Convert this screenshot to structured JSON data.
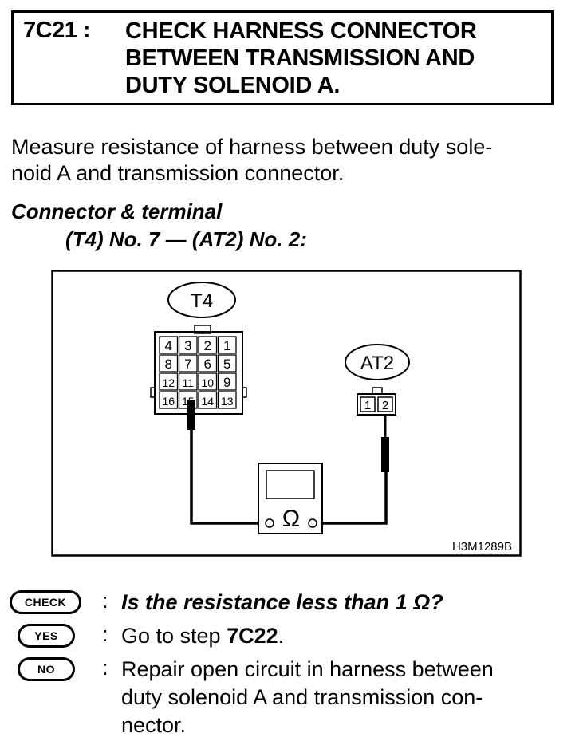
{
  "header": {
    "step_id": "7C21 :",
    "title": "CHECK HARNESS CONNECTOR\nBETWEEN TRANSMISSION AND\nDUTY SOLENOID A."
  },
  "intro": "Measure resistance of harness between duty sole-\nnoid A and transmission connector.",
  "connector": {
    "title": "Connector & terminal",
    "detail": "(T4) No. 7 — (AT2) No. 2:"
  },
  "diagram": {
    "t4_label": "T4",
    "at2_label": "AT2",
    "t4_pins": [
      [
        "4",
        "3",
        "2",
        "1"
      ],
      [
        "8",
        "7",
        "6",
        "5"
      ],
      [
        "12",
        "11",
        "10",
        "9"
      ],
      [
        "16",
        "15",
        "14",
        "13"
      ]
    ],
    "at2_pins": [
      "1",
      "2"
    ],
    "meter_symbol": "Ω",
    "figure_code": "H3M1289B"
  },
  "check": {
    "badge": "CHECK",
    "text": "Is the resistance less than 1 Ω?"
  },
  "yes": {
    "badge": "YES",
    "text_prefix": "Go to step ",
    "text_step": "7C22",
    "text_suffix": "."
  },
  "no": {
    "badge": "NO",
    "text": "Repair open circuit in harness between\nduty solenoid A and transmission con-\nnector."
  }
}
